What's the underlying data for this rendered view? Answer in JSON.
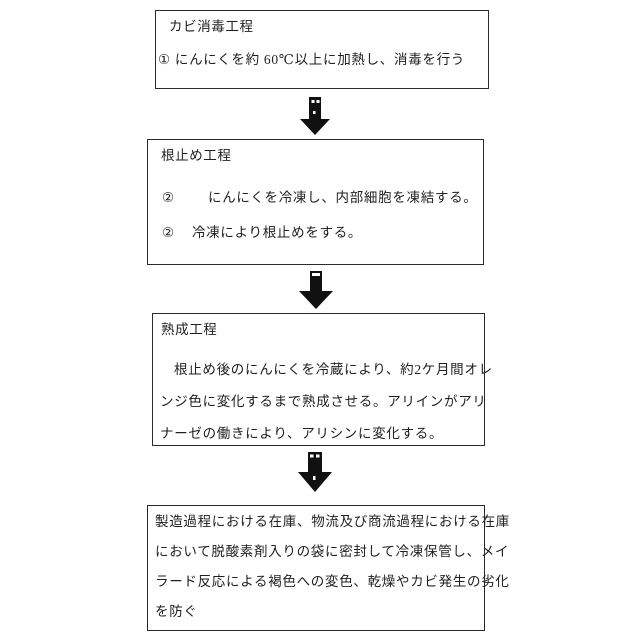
{
  "document": {
    "type": "process-flow-diagram",
    "language": "ja",
    "background_color": "#ffffff",
    "line_color": "#2b2b2b",
    "text_color": "#1f1f1f"
  },
  "flow": {
    "steps": [
      {
        "id": "mold-sterilization",
        "title": "カビ消毒工程",
        "lines": [
          {
            "marker": "①",
            "text": "にんにくを約 60℃以上に加熱し、消毒を行う"
          }
        ]
      },
      {
        "id": "root-stop",
        "title": "根止め工程",
        "lines": [
          {
            "marker": "②",
            "text": "にんにくを冷凍し、内部細胞を凍結する。"
          },
          {
            "marker": "②",
            "text": "冷凍により根止めをする。"
          }
        ]
      },
      {
        "id": "aging",
        "title": "熟成工程",
        "lines": [
          {
            "marker": "",
            "text": "根止め後のにんにくを冷蔵により、約2ケ月間オレ"
          },
          {
            "marker": "",
            "text": "ンジ色に変化するまで熟成させる。アリインがアリ"
          },
          {
            "marker": "",
            "text": "ナーゼの働きにより、アリシンに変化する。"
          }
        ]
      },
      {
        "id": "storage",
        "title": "",
        "lines": [
          {
            "marker": "",
            "text": "製造過程における在庫、物流及び商流過程における在庫"
          },
          {
            "marker": "",
            "text": "において脱酸素剤入りの袋に密封して冷凍保管し、メイ"
          },
          {
            "marker": "",
            "text": "ラード反応による褐色への変色、乾燥やカビ発生の劣化"
          },
          {
            "marker": "",
            "text": "を防ぐ"
          }
        ]
      }
    ],
    "connectors": [
      {
        "id": "connector-1",
        "icon": "down-block-arrow-icon",
        "from": "mold-sterilization",
        "to": "root-stop"
      },
      {
        "id": "connector-2",
        "icon": "down-block-arrow-icon",
        "from": "root-stop",
        "to": "aging"
      },
      {
        "id": "connector-3",
        "icon": "down-block-arrow-icon",
        "from": "aging",
        "to": "storage"
      }
    ]
  }
}
